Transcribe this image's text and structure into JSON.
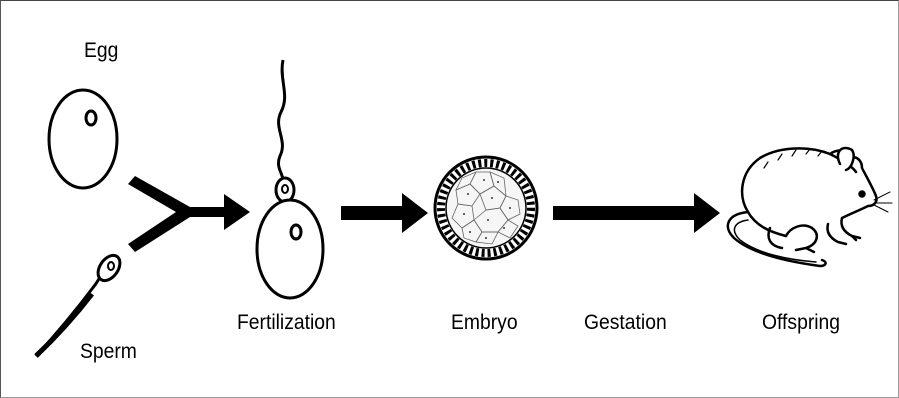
{
  "labels": {
    "egg": "Egg",
    "sperm": "Sperm",
    "fertilization": "Fertilization",
    "embryo": "Embryo",
    "gestation": "Gestation",
    "offspring": "Offspring"
  },
  "colors": {
    "ink": "#000000",
    "paper": "#ffffff",
    "border": "#555555"
  }
}
